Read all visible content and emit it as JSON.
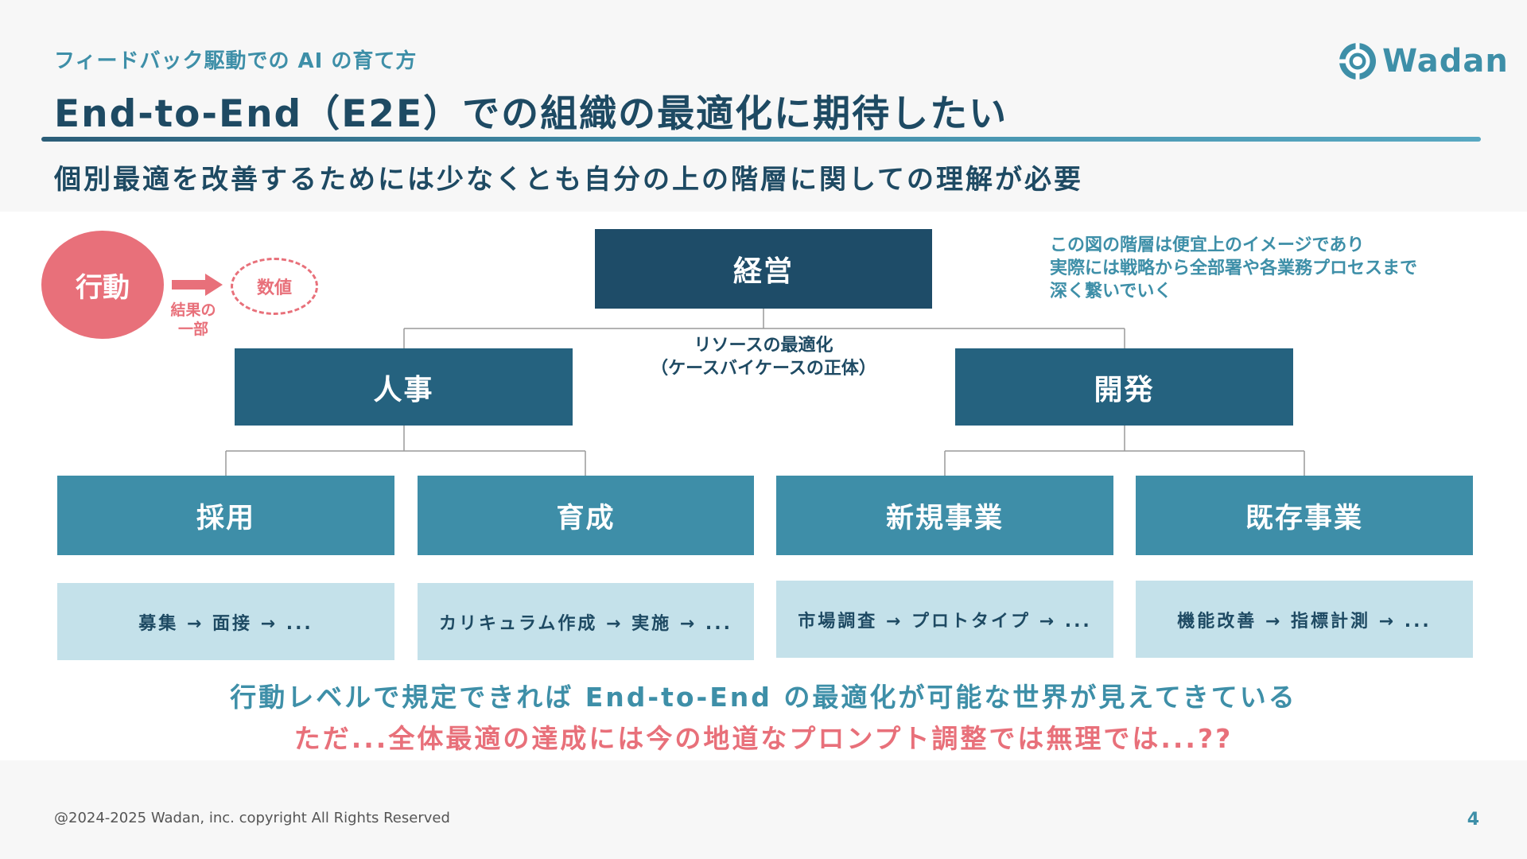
{
  "header": {
    "kicker": "フィードバック駆動での AI の育て方",
    "title": "End-to-End（E2E）での組織の最適化に期待したい",
    "subtitle": "個別最適を改善するためには少なくとも自分の上の階層に関しての理解が必要",
    "logo_text": "Wadan"
  },
  "action_legend": {
    "action": "行動",
    "arrow_label": "結果の一部",
    "value": "数値"
  },
  "org_chart": {
    "top": "経営",
    "resource_label_line1": "リソースの最適化",
    "resource_label_line2": "（ケースバイケースの正体）",
    "mid": [
      "人事",
      "開発"
    ],
    "leaves": [
      "採用",
      "育成",
      "新規事業",
      "既存事業"
    ],
    "processes": [
      "募集 → 面接 → ...",
      "カリキュラム作成 → 実施 → ...",
      "市場調査 → プロトタイプ → ...",
      "機能改善 → 指標計測 → ..."
    ]
  },
  "note": {
    "line1": "この図の階層は便宜上のイメージであり",
    "line2": "実際には戦略から全部署や各業務プロセスまで",
    "line3": "深く繋いでいく"
  },
  "bottom": {
    "line1": "行動レベルで規定できれば End-to-End の最適化が可能な世界が見えてきている",
    "line2": "ただ...全体最適の達成には今の地道なプロンプト調整では無理では...??"
  },
  "footer": {
    "copyright": "@2024-2025 Wadan, inc. copyright All Rights Reserved",
    "page_number": "4"
  },
  "colors": {
    "dark_navy": "#1e4c68",
    "mid_blue": "#25627f",
    "teal": "#3e8ea8",
    "light_blue": "#c4e1ea",
    "coral": "#e8707a"
  }
}
